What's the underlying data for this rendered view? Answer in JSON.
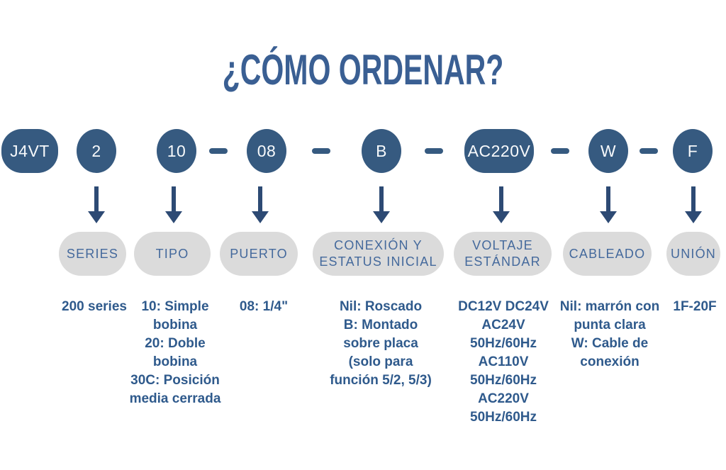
{
  "title": "¿CÓMO ORDENAR?",
  "colors": {
    "node_blue": "#365a80",
    "arrow_blue": "#2d4a74",
    "title_blue": "#3a5f93",
    "pill_gray": "#dbdbdb",
    "label_blue": "#44699c",
    "text_blue": "#2f5a8c"
  },
  "order_code": {
    "segments": [
      {
        "text": "J4VT"
      },
      {
        "text": "2"
      },
      {
        "text": "10"
      },
      {
        "text": "08"
      },
      {
        "text": "B"
      },
      {
        "text": "AC220V"
      },
      {
        "text": "W"
      },
      {
        "text": "F"
      }
    ]
  },
  "categories": [
    {
      "label_lines": [
        "SERIES"
      ],
      "description_lines": [
        "200 series"
      ]
    },
    {
      "label_lines": [
        "TIPO"
      ],
      "description_lines": [
        "10: Simple",
        "bobina",
        "20: Doble",
        "bobina",
        "30C: Posición",
        "media cerrada"
      ]
    },
    {
      "label_lines": [
        "PUERTO"
      ],
      "description_lines": [
        "08: 1/4\""
      ]
    },
    {
      "label_lines": [
        "CONEXIÓN Y",
        "ESTATUS INICIAL"
      ],
      "description_lines": [
        "Nil: Roscado",
        "B: Montado",
        "sobre placa",
        "(solo para",
        "función 5/2, 5/3)"
      ]
    },
    {
      "label_lines": [
        "VOLTAJE",
        "ESTÁNDAR"
      ],
      "description_lines": [
        "DC12V DC24V",
        "AC24V",
        "50Hz/60Hz",
        "AC110V",
        "50Hz/60Hz",
        "AC220V",
        "50Hz/60Hz"
      ]
    },
    {
      "label_lines": [
        "CABLEADO"
      ],
      "description_lines": [
        "Nil: marrón con",
        "punta clara",
        "W: Cable de",
        "conexión"
      ]
    },
    {
      "label_lines": [
        "UNIÓN"
      ],
      "description_lines": [
        "1F-20F"
      ]
    }
  ]
}
